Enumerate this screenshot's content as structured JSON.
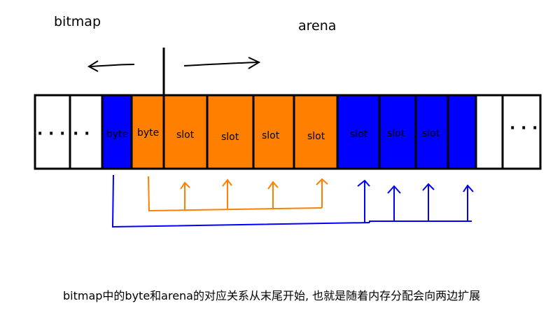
{
  "labels": {
    "bitmap": "bitmap",
    "arena": "arena"
  },
  "caption": "bitmap中的byte和arena的对应关系从末尾开始, 也就是随着内存分配会向两边扩展",
  "cells": {
    "dots_left": "· · ·",
    "dots_left2": "· ·",
    "byte_blue": "byte",
    "byte_orange": "byte",
    "slot_o1": "slot",
    "slot_o2": "slot",
    "slot_o3": "slot",
    "slot_o4": "slot",
    "slot_b1": "slot",
    "slot_b2": "slot",
    "slot_b3": "slot",
    "dots_right": "· · ·"
  },
  "colors": {
    "blue": "#0000ff",
    "orange": "#ff8000",
    "black": "#000000"
  }
}
